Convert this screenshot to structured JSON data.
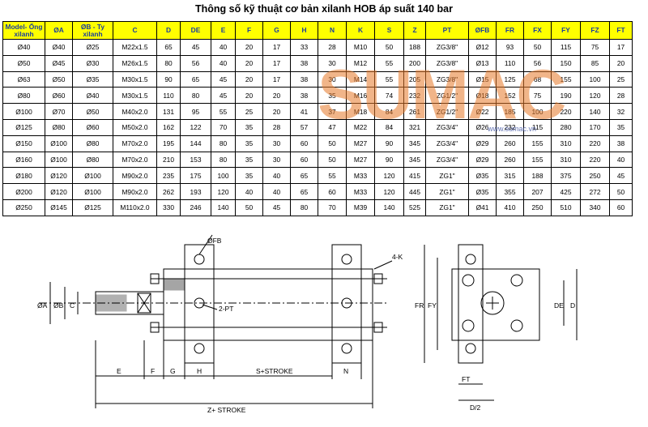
{
  "title": "Thông số kỹ thuật cơ bản xilanh HOB áp suất 140 bar",
  "headers": [
    "Model- Ống xilanh",
    "ØA",
    "ØB - Ty xilanh",
    "C",
    "D",
    "DE",
    "E",
    "F",
    "G",
    "H",
    "N",
    "K",
    "S",
    "Z",
    "PT",
    "ØFB",
    "FR",
    "FX",
    "FY",
    "FZ",
    "FT"
  ],
  "rows": [
    [
      "Ø40",
      "Ø40",
      "Ø25",
      "M22x1.5",
      "65",
      "45",
      "40",
      "20",
      "17",
      "33",
      "28",
      "M10",
      "50",
      "188",
      "ZG3/8\"",
      "Ø12",
      "93",
      "50",
      "115",
      "75",
      "17"
    ],
    [
      "Ø50",
      "Ø45",
      "Ø30",
      "M26x1.5",
      "80",
      "56",
      "40",
      "20",
      "17",
      "38",
      "30",
      "M12",
      "55",
      "200",
      "ZG3/8\"",
      "Ø13",
      "110",
      "56",
      "150",
      "85",
      "20"
    ],
    [
      "Ø63",
      "Ø50",
      "Ø35",
      "M30x1.5",
      "90",
      "65",
      "45",
      "20",
      "17",
      "38",
      "30",
      "M14",
      "55",
      "205",
      "ZG3/8\"",
      "Ø15",
      "125",
      "68",
      "155",
      "100",
      "25"
    ],
    [
      "Ø80",
      "Ø60",
      "Ø40",
      "M30x1.5",
      "110",
      "80",
      "45",
      "20",
      "20",
      "38",
      "35",
      "M16",
      "74",
      "232",
      "ZG1/2\"",
      "Ø18",
      "152",
      "75",
      "190",
      "120",
      "28"
    ],
    [
      "Ø100",
      "Ø70",
      "Ø50",
      "M40x2.0",
      "131",
      "95",
      "55",
      "25",
      "20",
      "41",
      "37",
      "M18",
      "84",
      "261",
      "ZG1/2\"",
      "Ø22",
      "185",
      "100",
      "220",
      "140",
      "32"
    ],
    [
      "Ø125",
      "Ø80",
      "Ø60",
      "M50x2.0",
      "162",
      "122",
      "70",
      "35",
      "28",
      "57",
      "47",
      "M22",
      "84",
      "321",
      "ZG3/4\"",
      "Ø26",
      "232",
      "115",
      "280",
      "170",
      "35"
    ],
    [
      "Ø150",
      "Ø100",
      "Ø80",
      "M70x2.0",
      "195",
      "144",
      "80",
      "35",
      "30",
      "60",
      "50",
      "M27",
      "90",
      "345",
      "ZG3/4\"",
      "Ø29",
      "260",
      "155",
      "310",
      "220",
      "38"
    ],
    [
      "Ø160",
      "Ø100",
      "Ø80",
      "M70x2.0",
      "210",
      "153",
      "80",
      "35",
      "30",
      "60",
      "50",
      "M27",
      "90",
      "345",
      "ZG3/4\"",
      "Ø29",
      "260",
      "155",
      "310",
      "220",
      "40"
    ],
    [
      "Ø180",
      "Ø120",
      "Ø100",
      "M90x2.0",
      "235",
      "175",
      "100",
      "35",
      "40",
      "65",
      "55",
      "M33",
      "120",
      "415",
      "ZG1\"",
      "Ø35",
      "315",
      "188",
      "375",
      "250",
      "45"
    ],
    [
      "Ø200",
      "Ø120",
      "Ø100",
      "M90x2.0",
      "262",
      "193",
      "120",
      "40",
      "40",
      "65",
      "60",
      "M33",
      "120",
      "445",
      "ZG1\"",
      "Ø35",
      "355",
      "207",
      "425",
      "272",
      "50"
    ],
    [
      "Ø250",
      "Ø145",
      "Ø125",
      "M110x2.0",
      "330",
      "246",
      "140",
      "50",
      "45",
      "80",
      "70",
      "M39",
      "140",
      "525",
      "ZG1\"",
      "Ø41",
      "410",
      "250",
      "510",
      "340",
      "60"
    ]
  ],
  "watermark": {
    "text": "SUMAC",
    "sub": "www.sumac.vn"
  },
  "drawing_labels": {
    "fb": "ØFB",
    "k": "4-K",
    "pt": "2-PT",
    "a": "ØA",
    "b": "ØB",
    "c": "C",
    "e": "E",
    "f": "F",
    "g": "G",
    "h": "H",
    "s_stroke": "S+STROKE",
    "n": "N",
    "z_stroke": "Z+ STROKE",
    "fr": "FR",
    "fy": "FY",
    "de": "DE",
    "d": "D",
    "ft": "FT",
    "d2": "D/2"
  }
}
